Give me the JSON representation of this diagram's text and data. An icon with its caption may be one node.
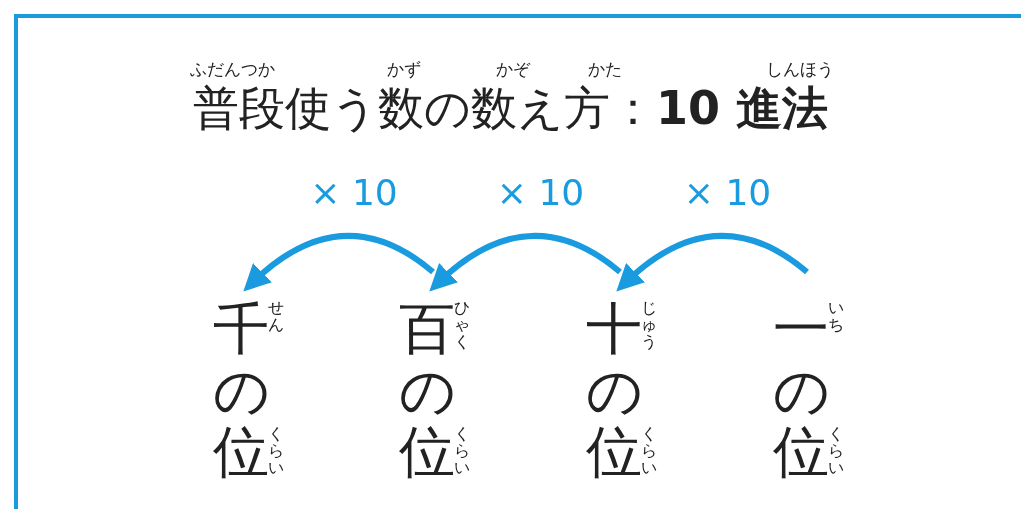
{
  "diagram": {
    "title": "普段使う数の数え方：**10 進法**",
    "nodes": [
      {
        "text": [
          "千の位"
        ],
        "beside": [
          "せん",
          "くらい"
        ]
      },
      {
        "text": [
          "百の位"
        ],
        "beside": [
          "ひゃく",
          "くらい"
        ]
      },
      {
        "text": [
          "十の位"
        ],
        "beside": [
          "じゅう",
          "くらい"
        ]
      },
      {
        "text": [
          "一の位"
        ],
        "beside": [
          "いち",
          "くらい"
        ]
      }
    ],
    "edges": [
      {
        "from": 3,
        "to": 2,
        "arrow": "to",
        "label": "× 10"
      },
      {
        "from": 2,
        "to": 1,
        "arrow": "to",
        "label": "× 10"
      },
      {
        "from": 1,
        "to": 0,
        "arrow": "to",
        "label": "× 10"
      }
    ],
    "labels": [
      "ふだんつか",
      "かず",
      "かぞ",
      "かた",
      "しんほう"
    ]
  }
}
